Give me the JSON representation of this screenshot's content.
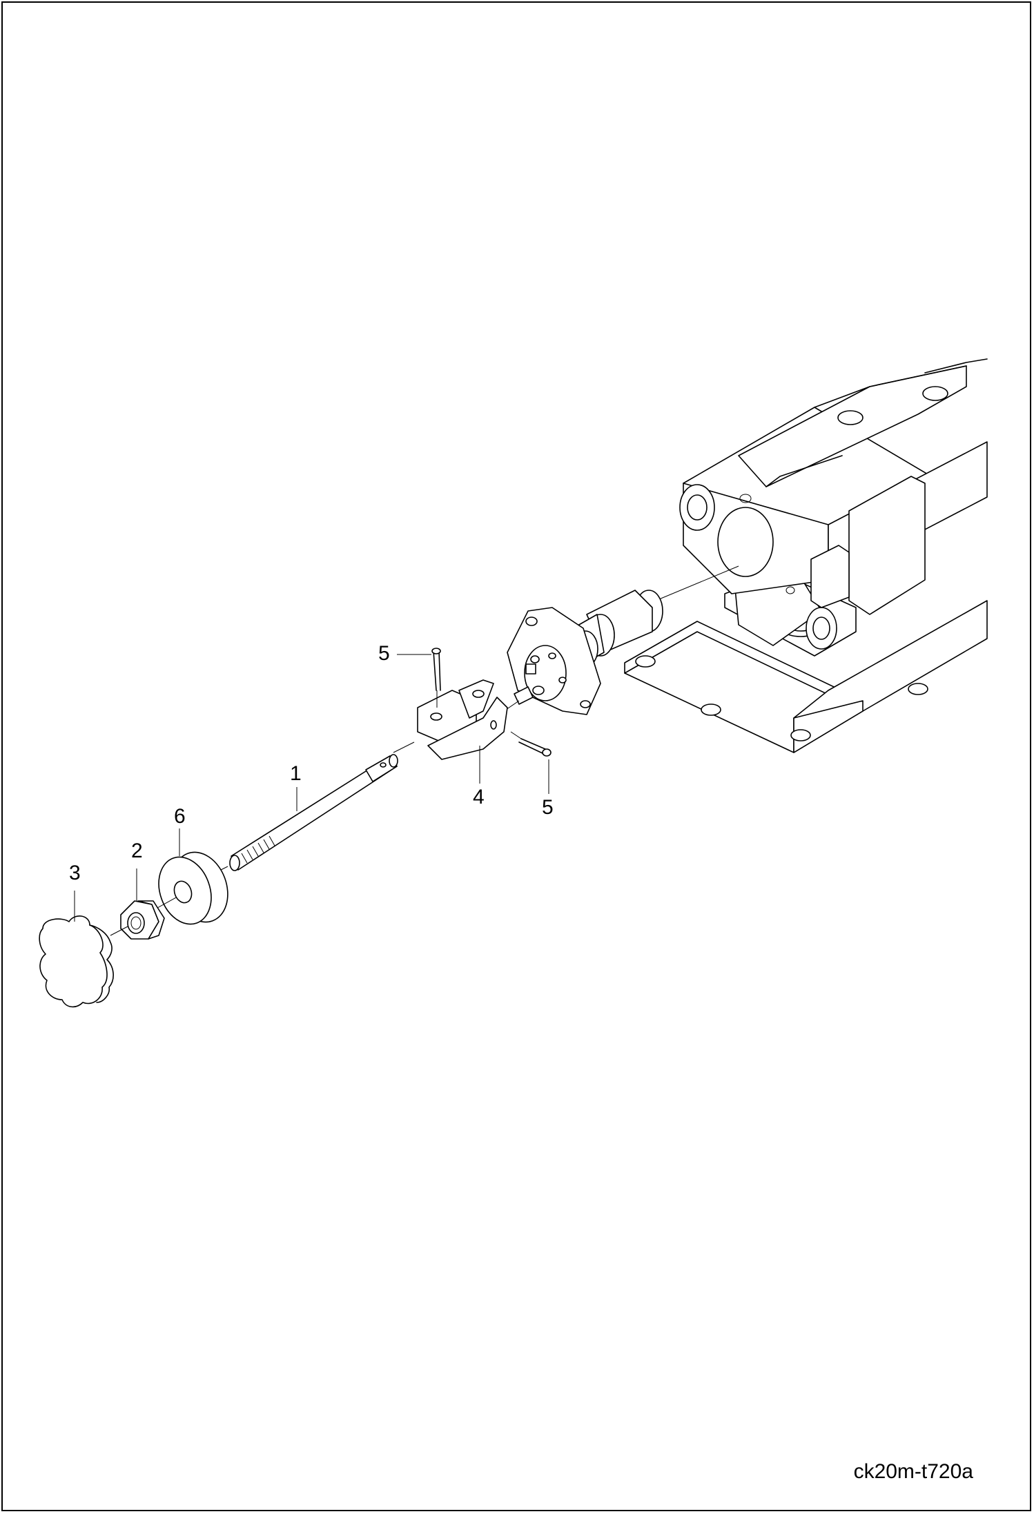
{
  "callouts": {
    "c1": "1",
    "c2": "2",
    "c3": "3",
    "c4": "4",
    "c5a": "5",
    "c5b": "5",
    "c6": "6"
  },
  "drawing_code": "ck20m-t720a"
}
